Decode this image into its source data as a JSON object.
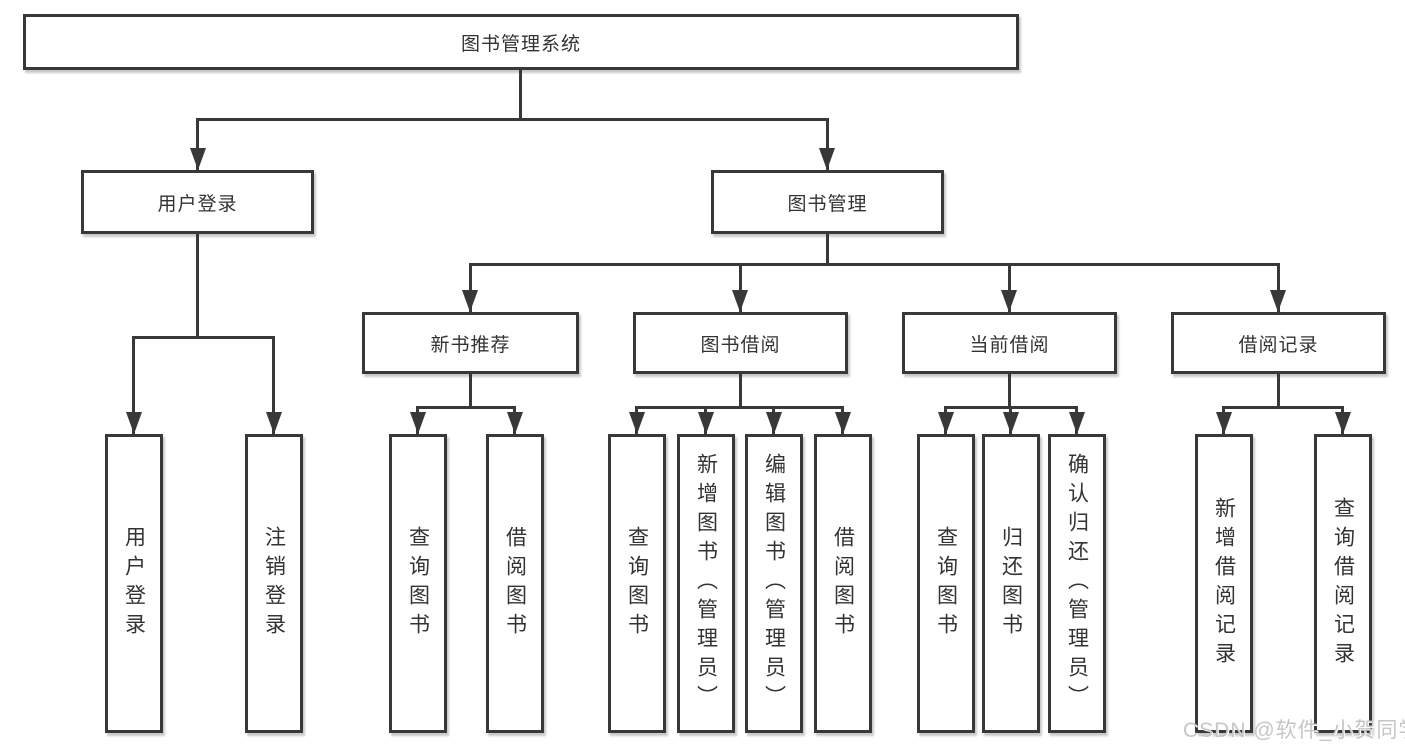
{
  "diagram": {
    "root": {
      "label": "图书管理系统"
    },
    "level2": [
      {
        "label": "用户登录"
      },
      {
        "label": "图书管理"
      }
    ],
    "level3": [
      {
        "label": "新书推荐"
      },
      {
        "label": "图书借阅"
      },
      {
        "label": "当前借阅"
      },
      {
        "label": "借阅记录"
      }
    ],
    "leaves": [
      {
        "label": "用户登录"
      },
      {
        "label": "注销登录"
      },
      {
        "label": "查询图书"
      },
      {
        "label": "借阅图书"
      },
      {
        "label": "查询图书"
      },
      {
        "label": "新增图书（管理员）"
      },
      {
        "label": "编辑图书（管理员）"
      },
      {
        "label": "借阅图书"
      },
      {
        "label": "查询图书"
      },
      {
        "label": "归还图书"
      },
      {
        "label": "确认归还（管理员）"
      },
      {
        "label": "新增借阅记录"
      },
      {
        "label": "查询借阅记录"
      }
    ],
    "colors": {
      "line": "#383838",
      "text": "#333333",
      "background": "#ffffff"
    },
    "watermark": "CSDN @软件_小贺同学"
  }
}
